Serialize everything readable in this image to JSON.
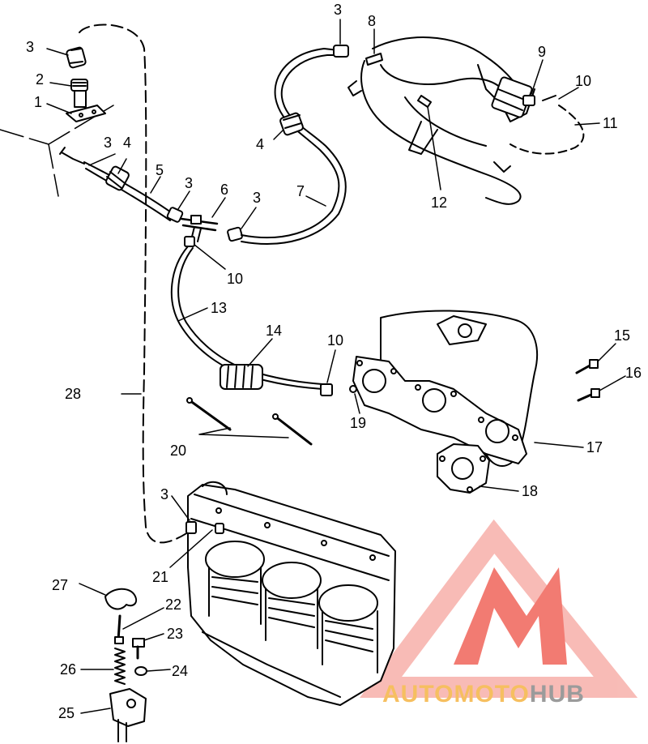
{
  "diagram": {
    "callouts": [
      {
        "id": "c1",
        "label": "1"
      },
      {
        "id": "c2",
        "label": "2"
      },
      {
        "id": "c3a",
        "label": "3"
      },
      {
        "id": "c3b",
        "label": "3"
      },
      {
        "id": "c3c",
        "label": "3"
      },
      {
        "id": "c3d",
        "label": "3"
      },
      {
        "id": "c3e",
        "label": "3"
      },
      {
        "id": "c3f",
        "label": "3"
      },
      {
        "id": "c4a",
        "label": "4"
      },
      {
        "id": "c4b",
        "label": "4"
      },
      {
        "id": "c5",
        "label": "5"
      },
      {
        "id": "c6",
        "label": "6"
      },
      {
        "id": "c7",
        "label": "7"
      },
      {
        "id": "c8",
        "label": "8"
      },
      {
        "id": "c9",
        "label": "9"
      },
      {
        "id": "c10a",
        "label": "10"
      },
      {
        "id": "c10b",
        "label": "10"
      },
      {
        "id": "c10c",
        "label": "10"
      },
      {
        "id": "c11",
        "label": "11"
      },
      {
        "id": "c12",
        "label": "12"
      },
      {
        "id": "c13",
        "label": "13"
      },
      {
        "id": "c14",
        "label": "14"
      },
      {
        "id": "c15",
        "label": "15"
      },
      {
        "id": "c16",
        "label": "16"
      },
      {
        "id": "c17",
        "label": "17"
      },
      {
        "id": "c18",
        "label": "18"
      },
      {
        "id": "c19",
        "label": "19"
      },
      {
        "id": "c20",
        "label": "20"
      },
      {
        "id": "c21",
        "label": "21"
      },
      {
        "id": "c22",
        "label": "22"
      },
      {
        "id": "c23",
        "label": "23"
      },
      {
        "id": "c24",
        "label": "24"
      },
      {
        "id": "c25",
        "label": "25"
      },
      {
        "id": "c26",
        "label": "26"
      },
      {
        "id": "c27",
        "label": "27"
      },
      {
        "id": "c28",
        "label": "28"
      }
    ]
  },
  "watermark": {
    "word_part1": "AUTO",
    "word_part2": "MOTO",
    "word_part3": "HUB",
    "color_accent": "#f0645a",
    "color_light": "#f7b0aa",
    "color_gold": "#f5b445",
    "color_gray": "#8a8a8a"
  },
  "colors": {
    "line": "#000000",
    "background": "#ffffff"
  }
}
